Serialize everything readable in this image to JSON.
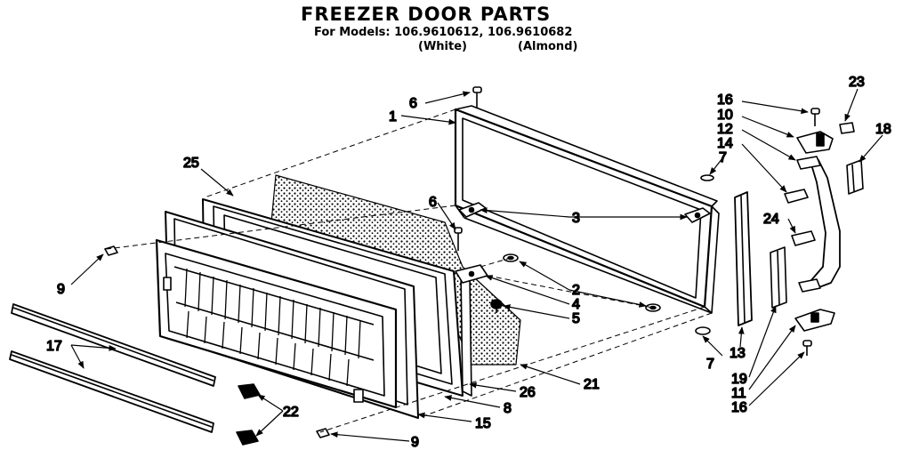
{
  "header": {
    "title": "FREEZER DOOR PARTS",
    "subtitle": "For Models: 106.9610612, 106.9610682",
    "variant_white": "(White)",
    "variant_almond": "(Almond)"
  },
  "callouts": [
    "6",
    "1",
    "25",
    "6",
    "3",
    "2",
    "4",
    "5",
    "9",
    "17",
    "22",
    "26",
    "8",
    "15",
    "21",
    "9",
    "16",
    "10",
    "12",
    "14",
    "23",
    "18",
    "7",
    "24",
    "13",
    "19",
    "11",
    "16",
    "7"
  ],
  "colors": {
    "ink": "#000000",
    "paper": "#ffffff"
  }
}
